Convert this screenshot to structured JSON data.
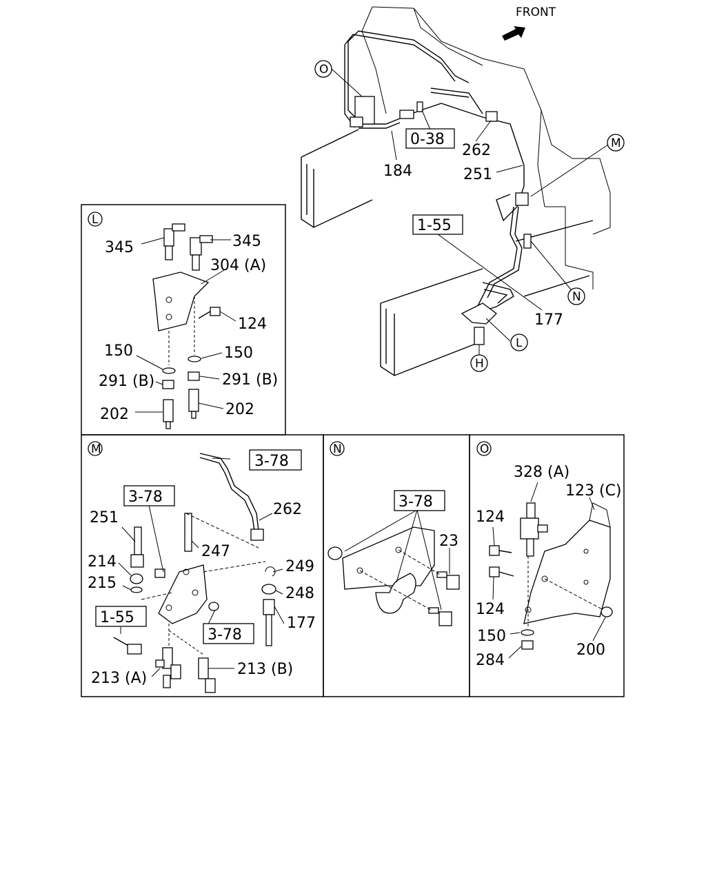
{
  "front_label": "FRONT",
  "main": {
    "callouts": {
      "O": "O",
      "M": "M",
      "N": "N",
      "L": "L",
      "H": "H"
    },
    "refs": {
      "r038": "0-38",
      "r155": "1-55"
    },
    "parts": {
      "p184": "184",
      "p262": "262",
      "p251": "251",
      "p177": "177"
    }
  },
  "panel_L": {
    "tag": "L",
    "parts": {
      "p345a": "345",
      "p345b": "345",
      "p304": "304 (A)",
      "p124": "124",
      "p150a": "150",
      "p150b": "150",
      "p291a": "291 (B)",
      "p291b": "291 (B)",
      "p202a": "202",
      "p202b": "202"
    }
  },
  "panel_M": {
    "tag": "M",
    "refs": {
      "r378a": "3-78",
      "r378b": "3-78",
      "r378c": "3-78",
      "r155": "1-55"
    },
    "parts": {
      "p262": "262",
      "p251": "251",
      "p247": "247",
      "p214": "214",
      "p215": "215",
      "p249": "249",
      "p248": "248",
      "p177": "177",
      "p213a": "213 (A)",
      "p213b": "213 (B)"
    }
  },
  "panel_N": {
    "tag": "N",
    "refs": {
      "r378": "3-78"
    },
    "parts": {
      "p23": "23"
    }
  },
  "panel_O": {
    "tag": "O",
    "parts": {
      "p328": "328 (A)",
      "p123": "123 (C)",
      "p124a": "124",
      "p124b": "124",
      "p150": "150",
      "p284": "284",
      "p200": "200"
    }
  }
}
